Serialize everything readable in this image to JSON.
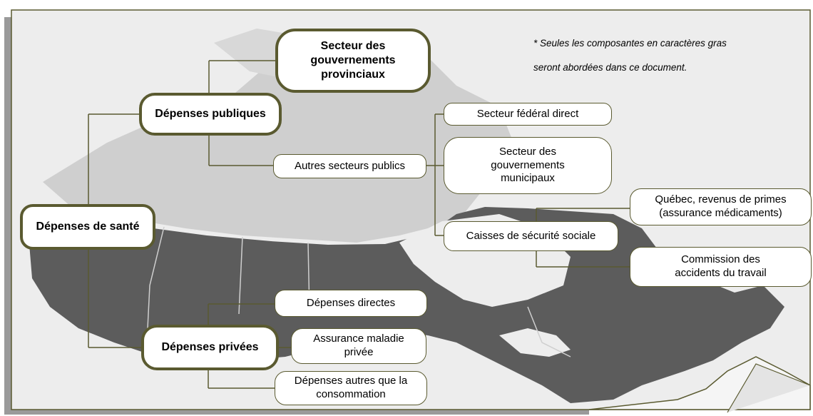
{
  "note": {
    "line1": "* Seules les composantes en caractères gras",
    "line2": "seront abordées dans ce document."
  },
  "nodes": {
    "root": "Dépenses de santé",
    "public": "Dépenses publiques",
    "private": "Dépenses privées",
    "provincial": "Secteur des gouvernements provinciaux",
    "other_public": "Autres secteurs publics",
    "federal": "Secteur fédéral direct",
    "municipal": "Secteur des gouvernements municipaux",
    "social": "Caisses de sécurité sociale",
    "quebec": "Québec, revenus de primes (assurance médicaments)",
    "commission": "Commission des accidents du travail",
    "direct": "Dépenses directes",
    "insurance": "Assurance maladie privée",
    "non_consumption": "Dépenses autres que la consommation"
  },
  "colors": {
    "frame": "#5a5a30",
    "land_dark": "#5c5c5c",
    "land_light": "#cdcdcd",
    "water": "#ededed"
  },
  "legend_rule": "bold border = covered in document"
}
